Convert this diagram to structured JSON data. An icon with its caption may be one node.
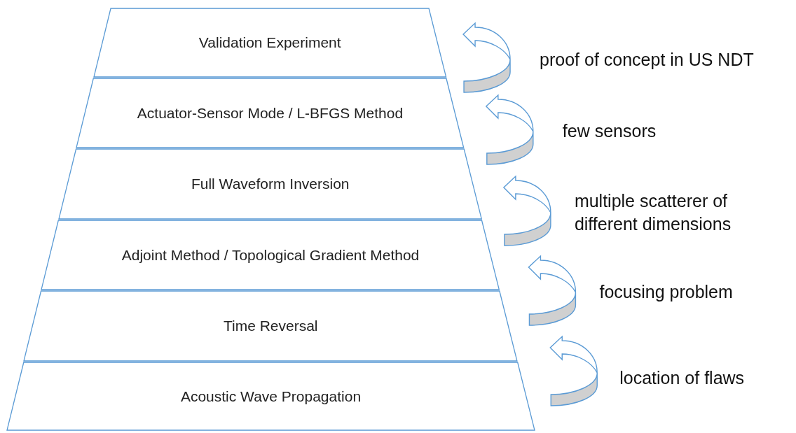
{
  "diagram": {
    "nodes": [
      {
        "text": [
          "Validation Experiment"
        ]
      },
      {
        "text": [
          "Actuator-Sensor Mode / L-BFGS Method"
        ]
      },
      {
        "text": [
          "Full Waveform Inversion"
        ]
      },
      {
        "text": [
          "Adjoint Method / Topological Gradient Method"
        ]
      },
      {
        "text": [
          "Time Reversal"
        ]
      },
      {
        "text": [
          "Acoustic Wave Propagation"
        ]
      }
    ],
    "edges": [
      {
        "from": 1,
        "to": 0,
        "arrow": "to",
        "label": "proof of concept in US NDT"
      },
      {
        "from": 2,
        "to": 1,
        "arrow": "to",
        "label": "few sensors"
      },
      {
        "from": 3,
        "to": 2,
        "arrow": "to",
        "label": "multiple scatterer of different dimensions"
      },
      {
        "from": 4,
        "to": 3,
        "arrow": "to",
        "label": "focusing problem"
      },
      {
        "from": 5,
        "to": 4,
        "arrow": "to",
        "label": "location of flaws"
      }
    ]
  }
}
